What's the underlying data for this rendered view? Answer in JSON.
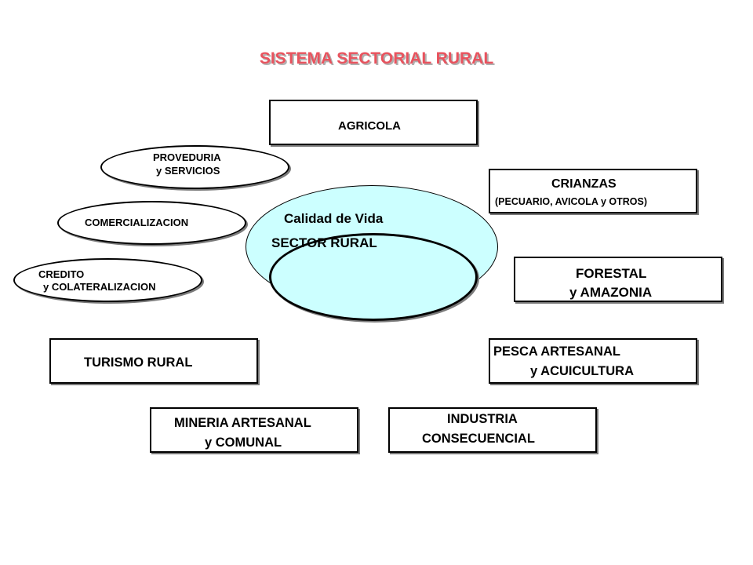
{
  "title": "SISTEMA SECTORIAL RURAL",
  "center": {
    "outer_label": "Calidad de Vida",
    "inner_label": "SECTOR RURAL"
  },
  "boxes": {
    "agricola": [
      "AGRICOLA"
    ],
    "crianzas": [
      "CRIANZAS",
      "(PECUARIO, AVICOLA y OTROS)"
    ],
    "forestal": [
      "FORESTAL",
      "y AMAZONIA"
    ],
    "pesca": [
      "PESCA ARTESANAL",
      "y ACUICULTURA"
    ],
    "industria": [
      "INDUSTRIA",
      "CONSECUENCIAL"
    ],
    "mineria": [
      "MINERIA ARTESANAL",
      "y COMUNAL"
    ],
    "turismo": [
      "TURISMO RURAL"
    ]
  },
  "ellipses": {
    "proveduria": [
      "PROVEDURIA",
      "y SERVICIOS"
    ],
    "comercializacion": [
      "COMERCIALIZACION"
    ],
    "credito": [
      "CREDITO",
      "y COLATERALIZACION"
    ]
  }
}
